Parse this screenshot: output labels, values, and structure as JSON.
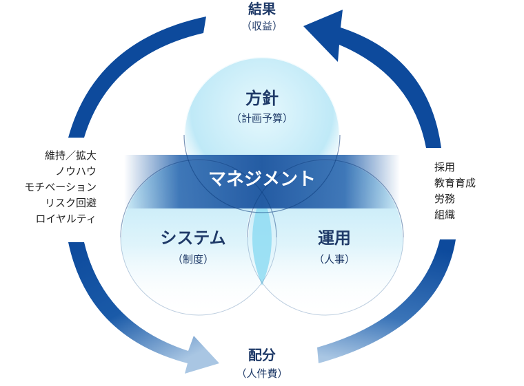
{
  "nodes": {
    "top": {
      "title": "結果",
      "sub": "（収益）"
    },
    "bottom": {
      "title": "配分",
      "sub": "（人件費）"
    },
    "circle_top": {
      "title": "方針",
      "sub": "（計画予算）"
    },
    "circle_left": {
      "title": "システム",
      "sub": "（制度）"
    },
    "circle_right": {
      "title": "運用",
      "sub": "（人事）"
    }
  },
  "band": {
    "label": "マネジメント"
  },
  "left_list": [
    "維持／拡大",
    "ノウハウ",
    "モチベーション",
    "リスク回避",
    "ロイヤルティ"
  ],
  "right_list": [
    "採用",
    "教育育成",
    "労務",
    "組織"
  ],
  "colors": {
    "arrow_dark": "#0d4a9c",
    "arrow_light": "#9fc0e0",
    "band": "#1a5aa8",
    "circle_light": "#c8ecf8",
    "text_navy": "#1f3a68"
  }
}
